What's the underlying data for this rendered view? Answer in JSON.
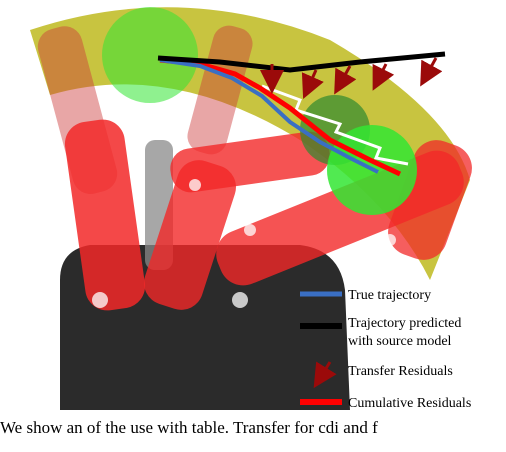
{
  "legend": {
    "true_trajectory": "True trajectory",
    "source_model_line1": "Trajectory predicted",
    "source_model_line2": "with source model",
    "transfer_residuals": "Transfer Residuals",
    "cumulative_residuals": "Cumulative Residuals"
  },
  "caption": "We show an of the use with table. Transfer for cdi and f",
  "colors": {
    "true_trajectory": "#3a6fc4",
    "source_model": "#000000",
    "transfer_residuals": "#9b0a0a",
    "cumulative_residuals": "#ff0000",
    "workspace": "#b5b000",
    "target_sphere": "#33e633"
  }
}
